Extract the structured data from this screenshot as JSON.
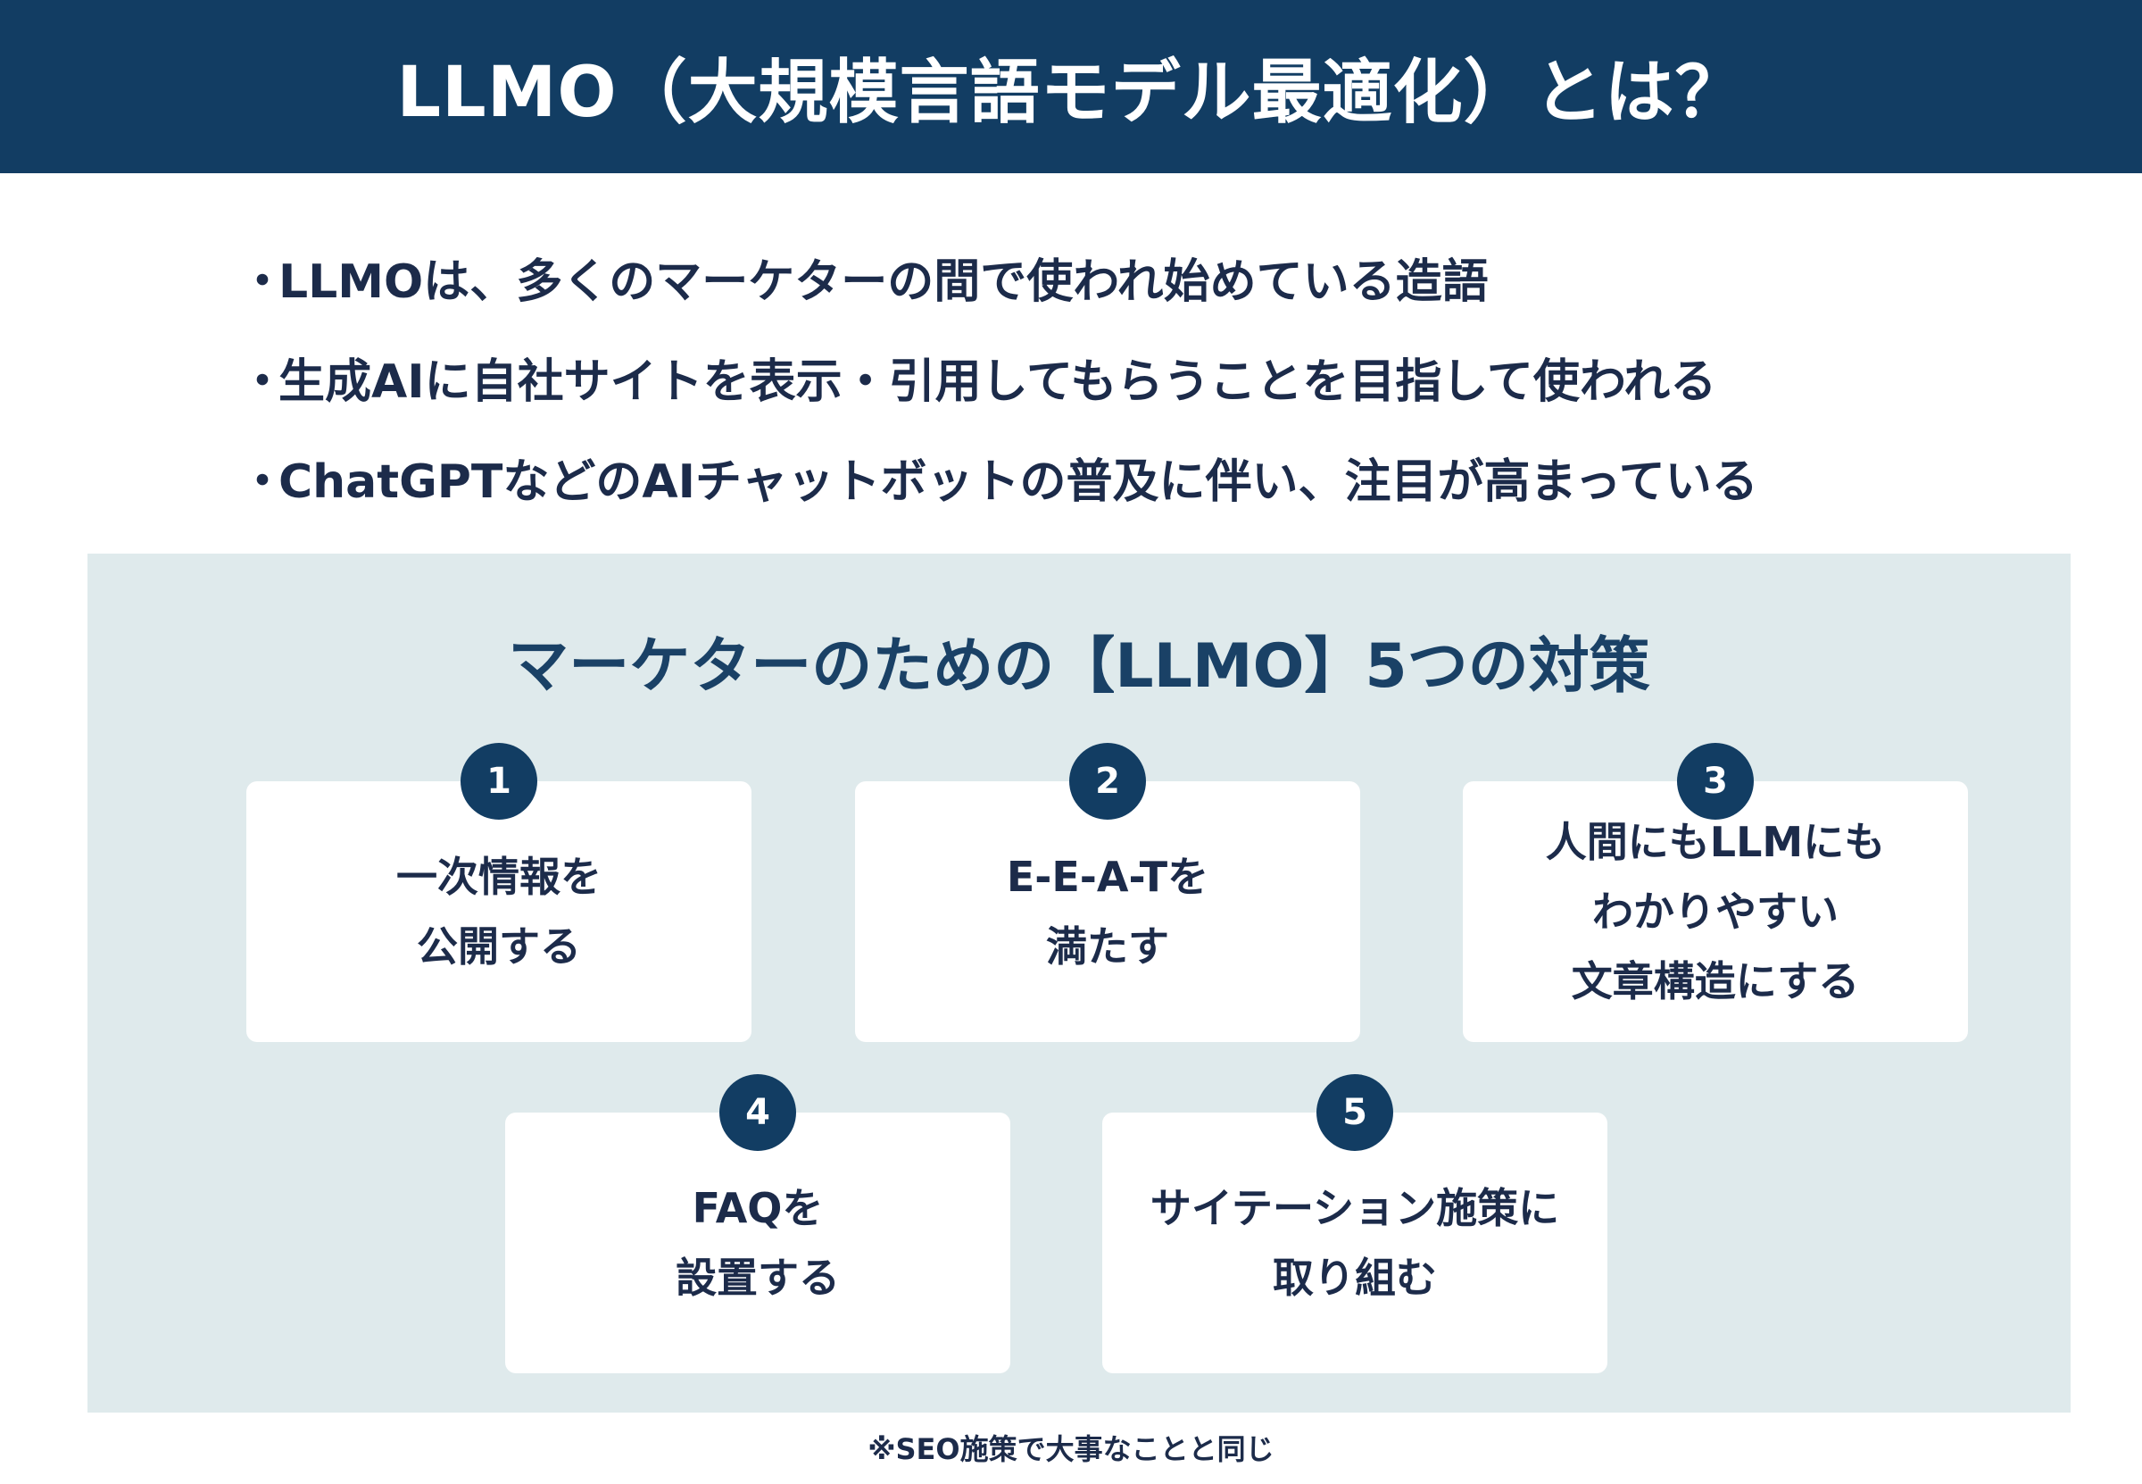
{
  "header": {
    "title": "LLMO（大規模言語モデル最適化）とは？"
  },
  "bullets": [
    {
      "dot": "・",
      "text": "LLMOは、多くのマーケターの間で使われ始めている造語"
    },
    {
      "dot": "・",
      "text": "生成AIに自社サイトを表示・引用してもらうことを目指して使われる"
    },
    {
      "dot": "・",
      "text": "ChatGPTなどのAIチャットボットの普及に伴い、注目が高まっている"
    }
  ],
  "panel": {
    "title": "マーケターのための【LLMO】5つの対策",
    "cards": [
      {
        "num": "1",
        "lines": [
          "一次情報を",
          "公開する"
        ]
      },
      {
        "num": "2",
        "lines": [
          "E-E-A-Tを",
          "満たす"
        ]
      },
      {
        "num": "3",
        "lines": [
          "人間にもLLMにも",
          "わかりやすい",
          "文章構造にする"
        ]
      },
      {
        "num": "4",
        "lines": [
          "FAQを",
          "設置する"
        ]
      },
      {
        "num": "5",
        "lines": [
          "サイテーション施策に",
          "取り組む"
        ]
      }
    ]
  },
  "footnote": "※SEO施策で大事なことと同じ",
  "colors": {
    "header_bg": "#123d63",
    "panel_bg": "#dfeaec",
    "text": "#1c2b4a",
    "accent": "#1a4166"
  }
}
